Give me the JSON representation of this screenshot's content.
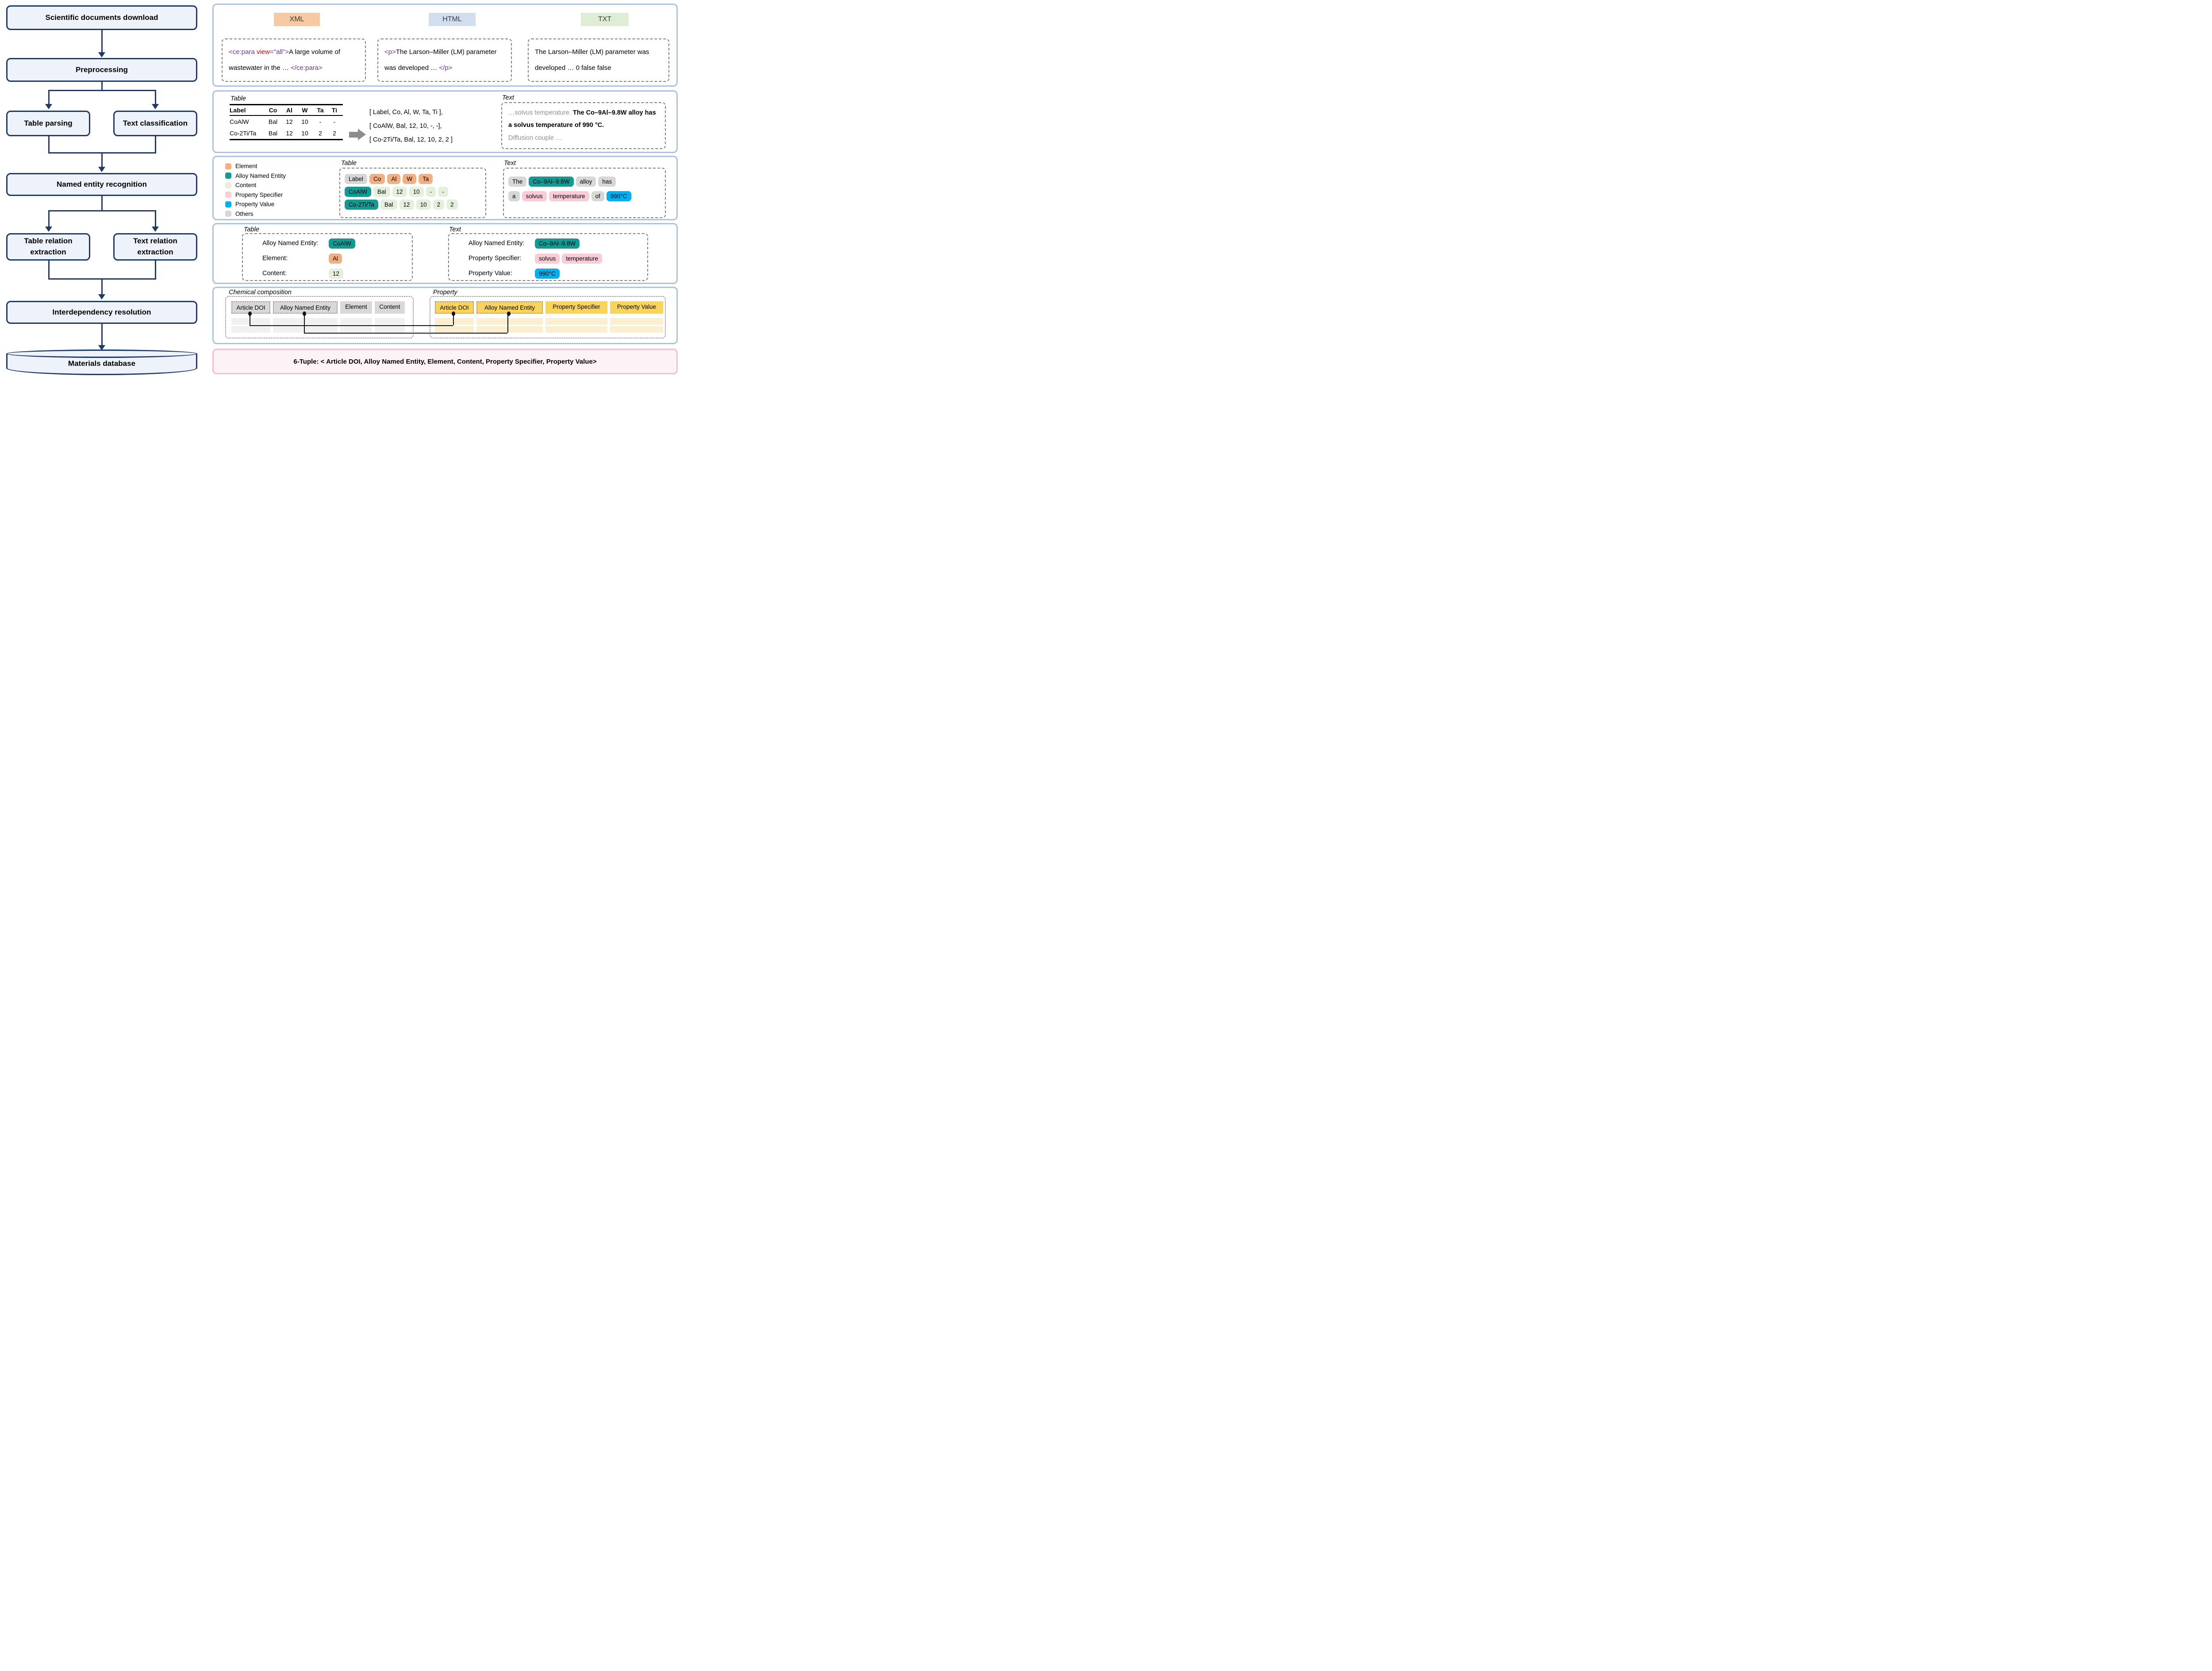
{
  "colors": {
    "element": "#F3AF81",
    "alloy": "#129A95",
    "content": "#E5F0DC",
    "specifier": "#F9CCD8",
    "value": "#00B0F0",
    "others": "#D7D7D7",
    "th_gray": "#D8D8D8",
    "th_yellow": "#F9D45C",
    "row_gray": "#F1F1F1",
    "row_yellow": "#FCEFD0",
    "flow_fill": "#EEF2FA",
    "flow_border": "#1F3A67",
    "panel_border": "#AFC1E3",
    "code_tag": "#7030A0",
    "code_attr": "#E80000",
    "format_xml_bg": "#F7C9A3",
    "format_html_bg": "#D2DEEF",
    "format_txt_bg": "#DFEDD7",
    "tuple_bg": "#FDF2F6",
    "tuple_border": "#F8BDD0"
  },
  "flowchart": {
    "download": "Scientific documents download",
    "preprocessing": "Preprocessing",
    "table_parsing": "Table parsing",
    "text_classification": "Text classification",
    "ner": "Named entity recognition",
    "table_relation": "Table relation extraction",
    "text_relation": "Text relation extraction",
    "interdependency": "Interdependency resolution",
    "database": "Materials database"
  },
  "formats": {
    "xml": {
      "label": "XML",
      "tag_open": "<ce:para ",
      "attr": "view",
      "attr_value": "=\"all\">",
      "body": "A large volume of wastewater in the … ",
      "tag_close": "</ce:para>"
    },
    "html": {
      "label": "HTML",
      "tag_open": "<p>",
      "body": "The Larson–Miller (LM) parameter was developed … ",
      "tag_close": "</p>"
    },
    "txt": {
      "label": "TXT",
      "body": "The Larson–Miller (LM) parameter was developed … 0 false false"
    }
  },
  "parsing": {
    "table_title": "Table",
    "table": {
      "headers": [
        "Label",
        "Co",
        "Al",
        "W",
        "Ta",
        "Ti"
      ],
      "rows": [
        [
          "CoAlW",
          "Bal",
          "12",
          "10",
          "-",
          "-"
        ],
        [
          "Co-2Ti/Ta",
          "Bal",
          "12",
          "10",
          "2",
          "2"
        ]
      ]
    },
    "lists": [
      "[ Label, Co, Al, W, Ta, Ti ],",
      "[ CoAlW, Bal, 12, 10, -, -],",
      "[ Co-2Ti/Ta, Bal, 12, 10, 2, 2 ]"
    ],
    "text_title": "Text",
    "text_pre": "…solvus temperature. ",
    "text_bold": "The Co–9Al–9.8W alloy has a solvus temperature of 990 °C.",
    "text_post": "Diffusion couple …"
  },
  "ner": {
    "legend": [
      {
        "label": "Element",
        "type": "element"
      },
      {
        "label": "Alloy Named Entity",
        "type": "alloy"
      },
      {
        "label": "Content",
        "type": "content"
      },
      {
        "label": "Property Specifier",
        "type": "specifier"
      },
      {
        "label": "Property Value",
        "type": "value"
      },
      {
        "label": "Others",
        "type": "others"
      }
    ],
    "table_title": "Table",
    "table_rows": [
      [
        {
          "text": "Label",
          "type": "others"
        },
        {
          "text": "Co",
          "type": "element"
        },
        {
          "text": "Al",
          "type": "element"
        },
        {
          "text": "W",
          "type": "element"
        },
        {
          "text": "Ta",
          "type": "element"
        }
      ],
      [
        {
          "text": "CoAlW",
          "type": "alloy"
        },
        {
          "text": "Bal",
          "type": "content"
        },
        {
          "text": "12",
          "type": "content"
        },
        {
          "text": "10",
          "type": "content"
        },
        {
          "text": "-",
          "type": "content"
        },
        {
          "text": "-",
          "type": "content"
        }
      ],
      [
        {
          "text": "Co-2Ti/Ta",
          "type": "alloy"
        },
        {
          "text": "Bal",
          "type": "content"
        },
        {
          "text": "12",
          "type": "content"
        },
        {
          "text": "10",
          "type": "content"
        },
        {
          "text": "2",
          "type": "content"
        },
        {
          "text": "2",
          "type": "content"
        }
      ]
    ],
    "text_title": "Text",
    "text_rows": [
      [
        {
          "text": "The",
          "type": "others"
        },
        {
          "text": "Co–9Al–9.8W",
          "type": "alloy"
        },
        {
          "text": "alloy",
          "type": "others"
        },
        {
          "text": "has",
          "type": "others"
        }
      ],
      [
        {
          "text": "a",
          "type": "others"
        },
        {
          "text": "solvus",
          "type": "specifier"
        },
        {
          "text": "temperature",
          "type": "specifier"
        },
        {
          "text": "of",
          "type": "others"
        },
        {
          "text": "990°C",
          "type": "value"
        }
      ]
    ]
  },
  "relation": {
    "table_title": "Table",
    "table_rows": [
      {
        "label": "Alloy Named Entity:",
        "chips": [
          {
            "text": "CoAlW",
            "type": "alloy"
          }
        ]
      },
      {
        "label": "Element:",
        "chips": [
          {
            "text": "Al",
            "type": "element"
          }
        ]
      },
      {
        "label": "Content:",
        "chips": [
          {
            "text": "12",
            "type": "content"
          }
        ]
      }
    ],
    "text_title": "Text",
    "text_rows": [
      {
        "label": "Alloy Named Entity:",
        "chips": [
          {
            "text": "Co–9Al–9.8W",
            "type": "alloy"
          }
        ]
      },
      {
        "label": "Property Specifier:",
        "chips": [
          {
            "text": "solvus",
            "type": "specifier"
          },
          {
            "text": "temperature",
            "type": "specifier"
          }
        ]
      },
      {
        "label": "Property Value:",
        "chips": [
          {
            "text": "990°C",
            "type": "value"
          }
        ]
      }
    ]
  },
  "interdependency": {
    "chem_title": "Chemical composition",
    "chem_headers": [
      {
        "text": "Article DOI",
        "type": "th_gray",
        "dotted": true
      },
      {
        "text": "Alloy Named Entity",
        "type": "th_gray",
        "dotted": true
      },
      {
        "text": "Element",
        "type": "th_gray"
      },
      {
        "text": "Content",
        "type": "th_gray"
      }
    ],
    "prop_title": "Property",
    "prop_headers": [
      {
        "text": "Article DOI",
        "type": "th_yellow",
        "dotted": true
      },
      {
        "text": "Alloy Named Entity",
        "type": "th_yellow",
        "dotted": true
      },
      {
        "text": "Property Specifier",
        "type": "th_yellow"
      },
      {
        "text": "Property Value",
        "type": "th_yellow"
      }
    ]
  },
  "tuple": {
    "text": "6-Tuple:  < Article DOI, Alloy Named Entity, Element, Content, Property Specifier, Property Value>"
  }
}
